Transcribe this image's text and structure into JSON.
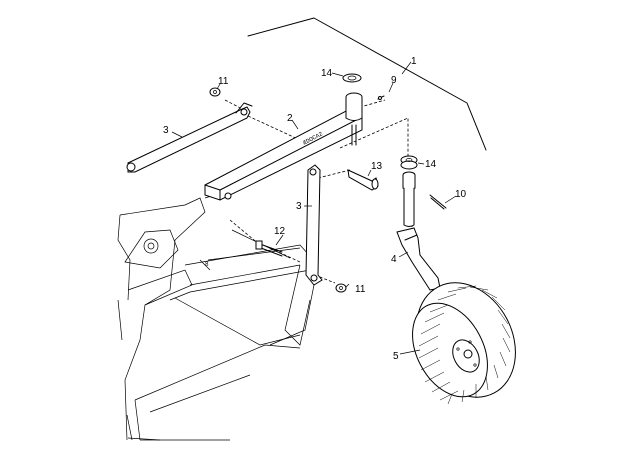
{
  "callouts": [
    {
      "id": "c1",
      "label": "1"
    },
    {
      "id": "c2",
      "label": "2"
    },
    {
      "id": "c3a",
      "label": "3"
    },
    {
      "id": "c3b",
      "label": "3"
    },
    {
      "id": "c4",
      "label": "4"
    },
    {
      "id": "c5",
      "label": "5"
    },
    {
      "id": "c9",
      "label": "9"
    },
    {
      "id": "c10",
      "label": "10"
    },
    {
      "id": "c11a",
      "label": "11"
    },
    {
      "id": "c11b",
      "label": "11"
    },
    {
      "id": "c12",
      "label": "12"
    },
    {
      "id": "c13",
      "label": "13"
    },
    {
      "id": "c14a",
      "label": "14"
    },
    {
      "id": "c14b",
      "label": "14"
    }
  ],
  "axle_stamp": "ÆDOCA2"
}
